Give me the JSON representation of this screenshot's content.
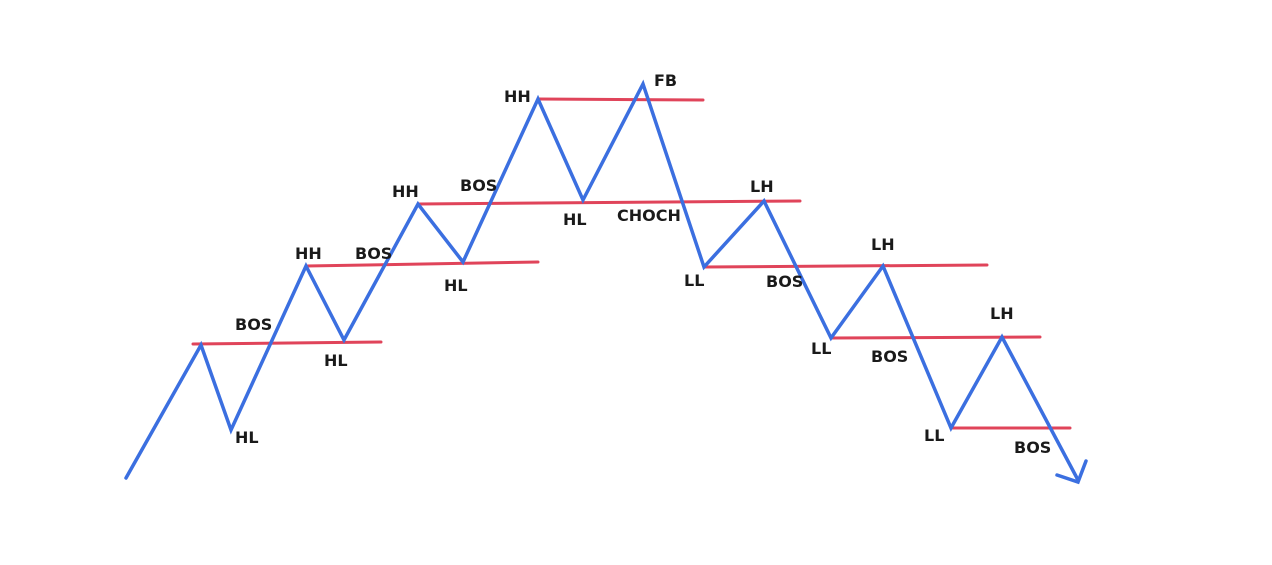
{
  "diagram": {
    "title": "",
    "colors": {
      "price_path": "#3b6fe0",
      "levels": "#e0445a",
      "text": "#1a1a1a",
      "background": "#ffffff"
    },
    "labels": {
      "hl_1": "HL",
      "bos_1": "BOS",
      "hh_1": "HH",
      "hl_2": "HL",
      "bos_2": "BOS",
      "hh_2": "HH",
      "hl_3": "HL",
      "bos_3": "BOS",
      "hh_3": "HH",
      "hl_4": "HL",
      "fb": "FB",
      "choch": "CHOCH",
      "ll_1": "LL",
      "lh_1": "LH",
      "bos_4": "BOS",
      "ll_2": "LL",
      "lh_2": "LH",
      "bos_5": "BOS",
      "ll_3": "LL",
      "lh_3": "LH",
      "bos_6": "BOS"
    }
  }
}
